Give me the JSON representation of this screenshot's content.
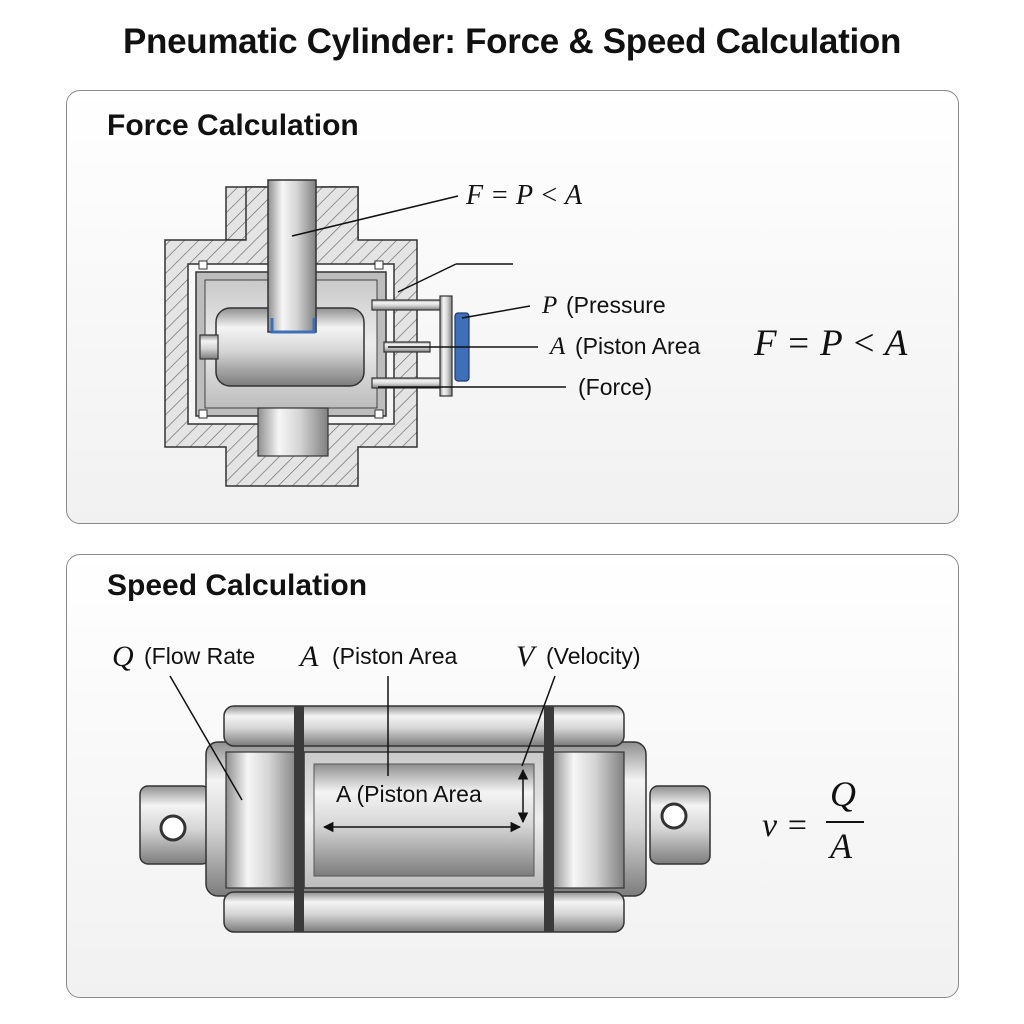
{
  "title": "Pneumatic Cylinder: Force & Speed Calculation",
  "force_section": {
    "heading": "Force Calculation",
    "callout_formula": "F = P < A",
    "labels": {
      "pressure_symbol": "P",
      "pressure_text": "(Pressure",
      "area_symbol": "A",
      "area_text": "(Piston Area",
      "force_text": "(Force)"
    },
    "main_formula": "F = P < A"
  },
  "speed_section": {
    "heading": "Speed Calculation",
    "labels": {
      "flow_symbol": "Q",
      "flow_text": "(Flow Rate",
      "area_symbol": "A",
      "area_text": "(Piston Area",
      "velocity_symbol": "V",
      "velocity_text": "(Velocity)",
      "inner_area_text": "A (Piston Area"
    },
    "formula": {
      "lhs": "v =",
      "numerator": "Q",
      "denominator": "A"
    }
  },
  "colors": {
    "metal_light": "#eeeeee",
    "metal_dark": "#9a9a9a",
    "seal_blue": "#3f6fb8",
    "hatch": "#777777"
  }
}
